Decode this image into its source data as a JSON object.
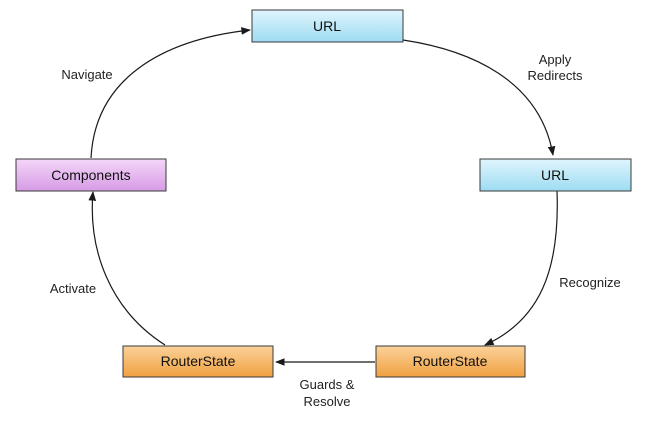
{
  "nodes": {
    "url_top": {
      "label": "URL"
    },
    "url_right": {
      "label": "URL"
    },
    "routerstate_right": {
      "label": "RouterState"
    },
    "routerstate_left": {
      "label": "RouterState"
    },
    "components": {
      "label": "Components"
    }
  },
  "edges": {
    "apply_redirects": {
      "line1": "Apply",
      "line2": "Redirects"
    },
    "recognize": {
      "line1": "Recognize"
    },
    "guards_resolve": {
      "line1": "Guards &",
      "line2": "Resolve"
    },
    "activate": {
      "line1": "Activate"
    },
    "navigate": {
      "line1": "Navigate"
    }
  },
  "colors": {
    "url_fill": "#bfe9f7",
    "routerstate_fill": "#f6b862",
    "components_fill": "#e6b3f0"
  }
}
